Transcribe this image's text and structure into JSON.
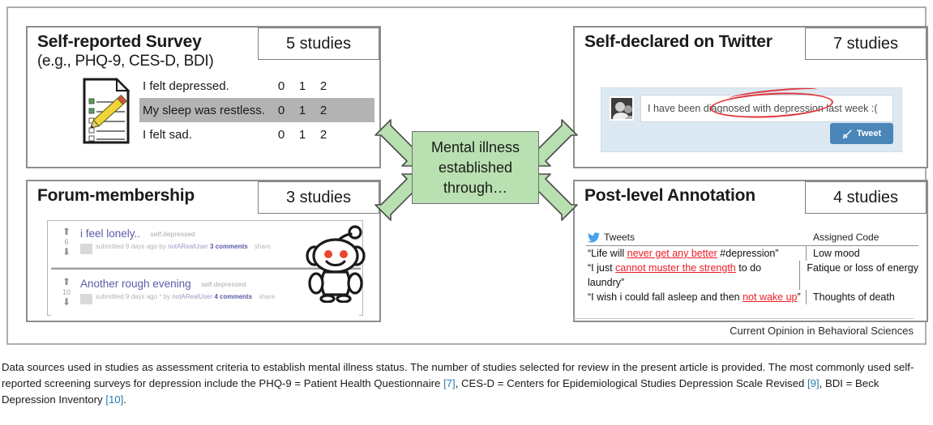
{
  "figure": {
    "journal_footer": "Current Opinion in Behavioral Sciences",
    "hub": {
      "line1": "Mental illness",
      "line2": "established",
      "line3": "through…",
      "color": "#b9e0b0"
    }
  },
  "panels": {
    "survey": {
      "title": "Self-reported Survey",
      "subtitle": "(e.g., PHQ-9, CES-D, BDI)",
      "count": "5 studies",
      "icon": "checklist-pencil-icon",
      "rows": [
        {
          "question": "I felt depressed.",
          "options": [
            "0",
            "1",
            "2"
          ],
          "circled": "2",
          "highlighted": false
        },
        {
          "question": "My sleep was restless.",
          "options": [
            "0",
            "1",
            "2"
          ],
          "circled": "1",
          "highlighted": true
        },
        {
          "question": "I felt sad.",
          "options": [
            "0",
            "1",
            "2"
          ],
          "circled": "2",
          "highlighted": false
        }
      ]
    },
    "twitter": {
      "title": "Self-declared on Twitter",
      "count": "7 studies",
      "tweet_text": "I have been diagnosed with depression last week :(",
      "circled_phrase": "diagnosed with depression",
      "tweet_button_label": "Tweet",
      "tweet_button_color": "#4a86b8",
      "compose_bg": "#dce9f2"
    },
    "forum": {
      "title": "Forum-membership",
      "count": "3 studies",
      "mascot": "reddit-snoo-icon",
      "posts": [
        {
          "title": "i feel lonely..",
          "subreddit": "self.depressed",
          "score": "6",
          "meta": "submitted 9 days ago by",
          "author": "notARealUser",
          "comments": "3 comments",
          "share": "share"
        },
        {
          "title": "Another rough evening",
          "subreddit": "self.depressed",
          "score": "10",
          "meta": "submitted 9 days ago * by",
          "author": "notARealUser",
          "comments": "4 comments",
          "share": "share"
        }
      ]
    },
    "annotation": {
      "title": "Post-level Annotation",
      "count": "4 studies",
      "columns": [
        "Tweets",
        "Assigned Code"
      ],
      "rows": [
        {
          "pre": "“Life will ",
          "highlight": "never get any better",
          "post": " #depression”",
          "code": "Low mood"
        },
        {
          "pre": "“I just ",
          "highlight": "cannot muster the strength",
          "post": " to do laundry”",
          "code": "Fatique or loss of energy"
        },
        {
          "pre": "“I wish i could fall asleep and then ",
          "highlight": "not wake up",
          "post": "”",
          "code": "Thoughts of death"
        }
      ]
    }
  },
  "caption": {
    "p1": "Data sources used in studies as assessment criteria to establish mental illness status. The number of studies selected for review in the present article is provided. The most commonly used self-reported screening surveys for depression include the PHQ-9 = Patient Health Questionnaire ",
    "c1": "[7]",
    "p2": ", CES-D = Centers for Epidemiological Studies Depression Scale Revised ",
    "c2": "[9]",
    "p3": ", BDI = Beck Depression Inventory ",
    "c3": "[10]",
    "p4": "."
  }
}
